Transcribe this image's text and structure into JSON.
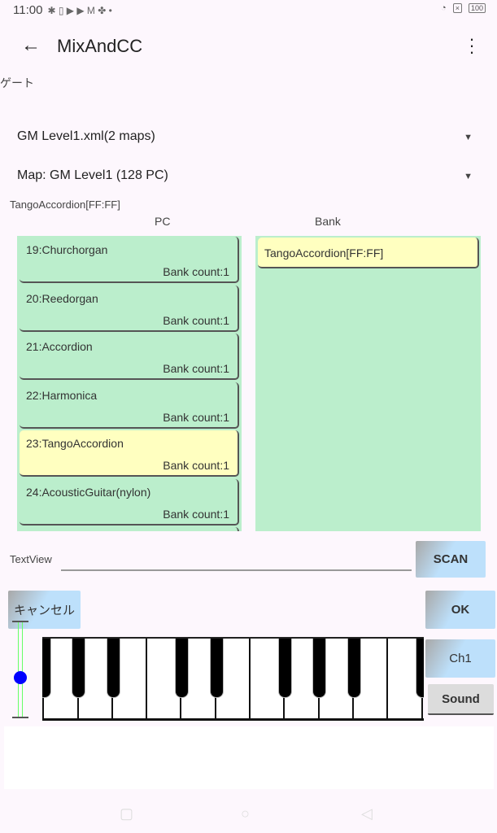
{
  "status_bar": {
    "time": "11:00",
    "icons": [
      "bluetooth-icon",
      "vibrate-icon",
      "youtube-icon",
      "youtube-icon",
      "gmail-icon",
      "pinwheel-icon",
      "dot-icon"
    ],
    "battery": "100"
  },
  "app_bar": {
    "title": "MixAndCC"
  },
  "gate_label": "ゲート",
  "file_spinner": {
    "value": "GM Level1.xml(2 maps)"
  },
  "map_spinner": {
    "value": "Map: GM Level1 (128 PC)"
  },
  "selection_label": "TangoAccordion[FF:FF]",
  "pc_header": "PC",
  "bank_header": "Bank",
  "pc_items": [
    {
      "name": "19:Churchorgan",
      "count": "Bank count:1",
      "selected": false
    },
    {
      "name": "20:Reedorgan",
      "count": "Bank count:1",
      "selected": false
    },
    {
      "name": "21:Accordion",
      "count": "Bank count:1",
      "selected": false
    },
    {
      "name": "22:Harmonica",
      "count": "Bank count:1",
      "selected": false
    },
    {
      "name": "23:TangoAccordion",
      "count": "Bank count:1",
      "selected": true
    },
    {
      "name": "24:AcousticGuitar(nylon)",
      "count": "Bank count:1",
      "selected": false
    }
  ],
  "bank_items": [
    {
      "name": "TangoAccordion[FF:FF]",
      "selected": true
    }
  ],
  "textview_label": "TextView",
  "text_input": {
    "value": ""
  },
  "buttons": {
    "scan": "SCAN",
    "cancel": "キャンセル",
    "ok": "OK",
    "channel": "Ch1",
    "sound": "Sound"
  },
  "colors": {
    "list_bg": "#bbeecc",
    "selected": "#ffffc0",
    "slider": "#0000ff"
  }
}
